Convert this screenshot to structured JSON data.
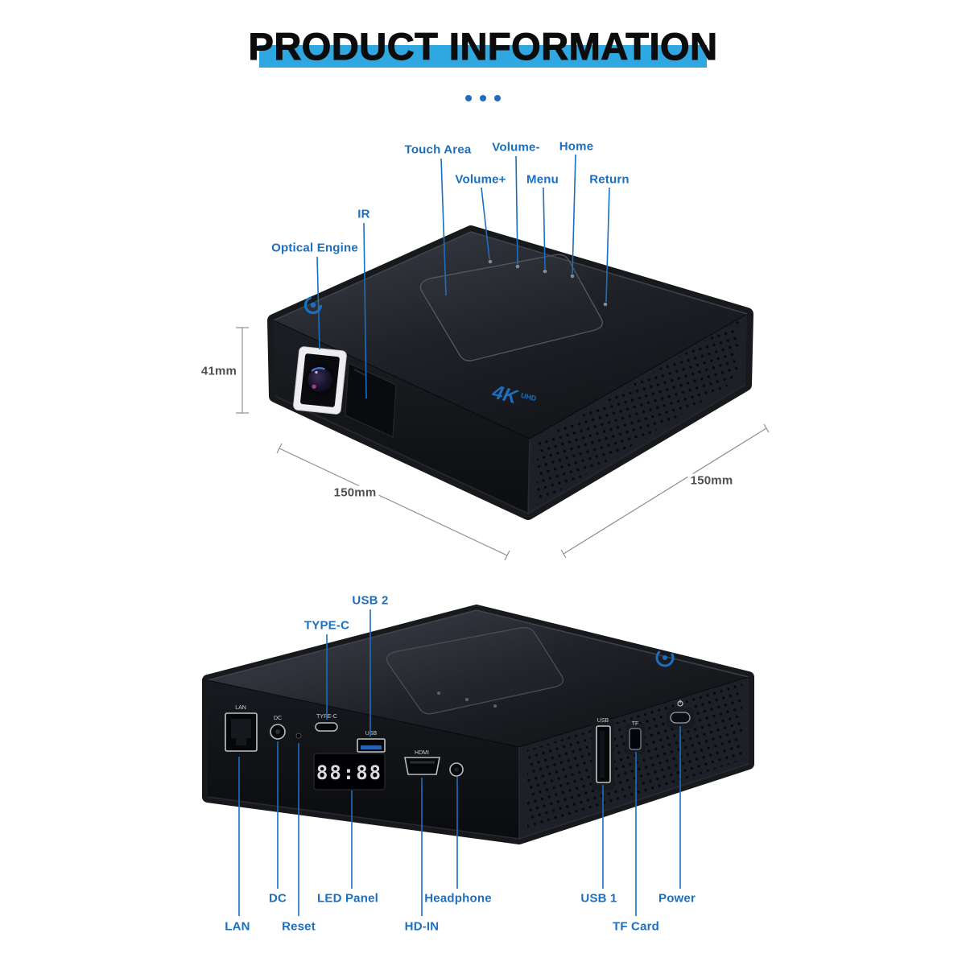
{
  "header": {
    "title": "PRODUCT INFORMATION"
  },
  "top_view": {
    "labels": {
      "touch_area": "Touch Area",
      "volume_plus": "Volume+",
      "volume_minus": "Volume-",
      "menu": "Menu",
      "home": "Home",
      "return": "Return",
      "ir": "IR",
      "optical_engine": "Optical Engine"
    },
    "dimensions": {
      "height": "41mm",
      "width_front": "150mm",
      "width_side": "150mm"
    },
    "logo": {
      "main": "4K",
      "sub": "UHD"
    }
  },
  "rear_view": {
    "labels": {
      "usb_2": "USB 2",
      "type_c": "TYPE-C",
      "lan": "LAN",
      "dc": "DC",
      "reset": "Reset",
      "led_panel": "LED Panel",
      "hd_in": "HD-IN",
      "headphone": "Headphone",
      "usb_1": "USB 1",
      "tf_card": "TF Card",
      "power": "Power"
    },
    "led_display": "88:88",
    "port_markings": {
      "lan": "LAN",
      "dc": "DC",
      "type_c": "TYPE-C",
      "usb": "USB",
      "hdmi": "HDMI",
      "usb_side": "USB",
      "tf": "TF"
    }
  },
  "colors": {
    "label_blue": "#1b6fc0",
    "title_bar_blue": "#2fa7e0",
    "device_black": "#17191d",
    "led_digits": "#d9dbdf"
  }
}
